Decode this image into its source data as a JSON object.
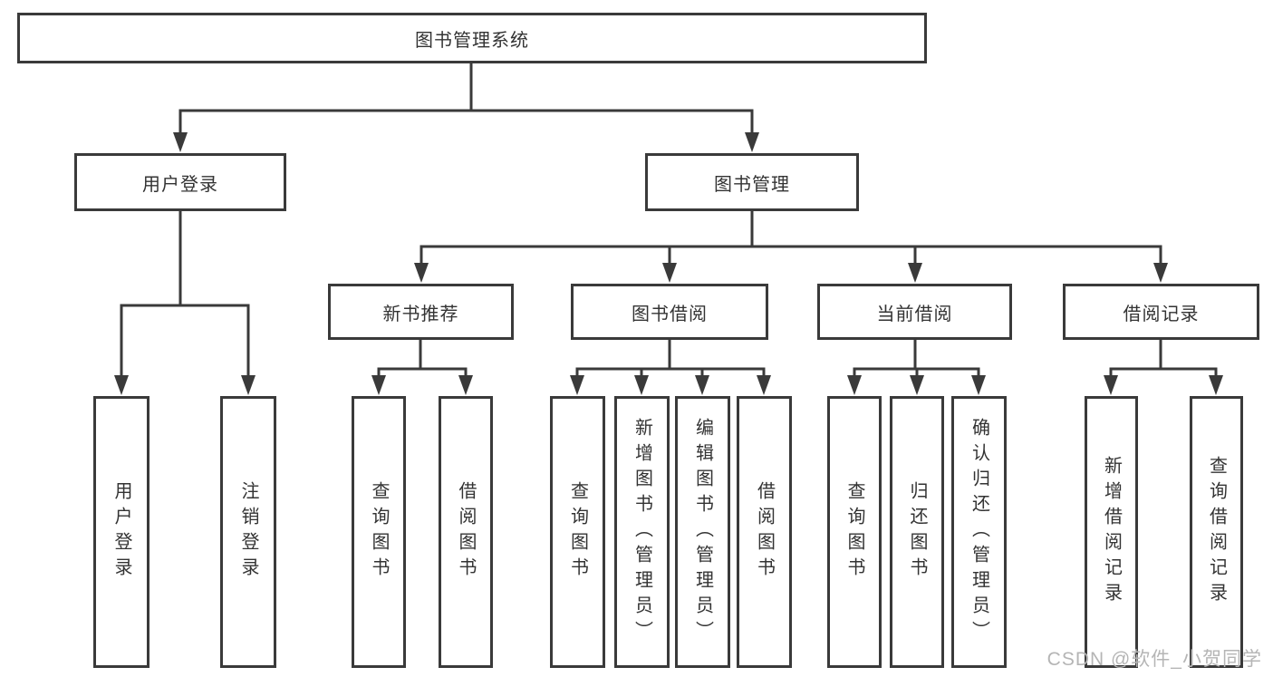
{
  "diagram": {
    "root": {
      "label": "图书管理系统"
    },
    "user_login": {
      "label": "用户登录",
      "children": [
        {
          "label": "用户登录"
        },
        {
          "label": "注销登录"
        }
      ]
    },
    "book_mgmt": {
      "label": "图书管理",
      "new_books": {
        "label": "新书推荐",
        "children": [
          {
            "label": "查询图书"
          },
          {
            "label": "借阅图书"
          }
        ]
      },
      "book_borrow": {
        "label": "图书借阅",
        "children": [
          {
            "label": "查询图书"
          },
          {
            "label": "新增图书（管理员）"
          },
          {
            "label": "编辑图书（管理员）"
          },
          {
            "label": "借阅图书"
          }
        ]
      },
      "current_borrow": {
        "label": "当前借阅",
        "children": [
          {
            "label": "查询图书"
          },
          {
            "label": "归还图书"
          },
          {
            "label": "确认归还（管理员）"
          }
        ]
      },
      "borrow_records": {
        "label": "借阅记录",
        "children": [
          {
            "label": "新增借阅记录"
          },
          {
            "label": "查询借阅记录"
          }
        ]
      }
    }
  },
  "watermark": {
    "text": "CSDN @软件_小贺同学"
  },
  "colors": {
    "line": "#3a3a3a",
    "text": "#333333",
    "watermark": "#b5b5b5",
    "background": "#ffffff"
  }
}
